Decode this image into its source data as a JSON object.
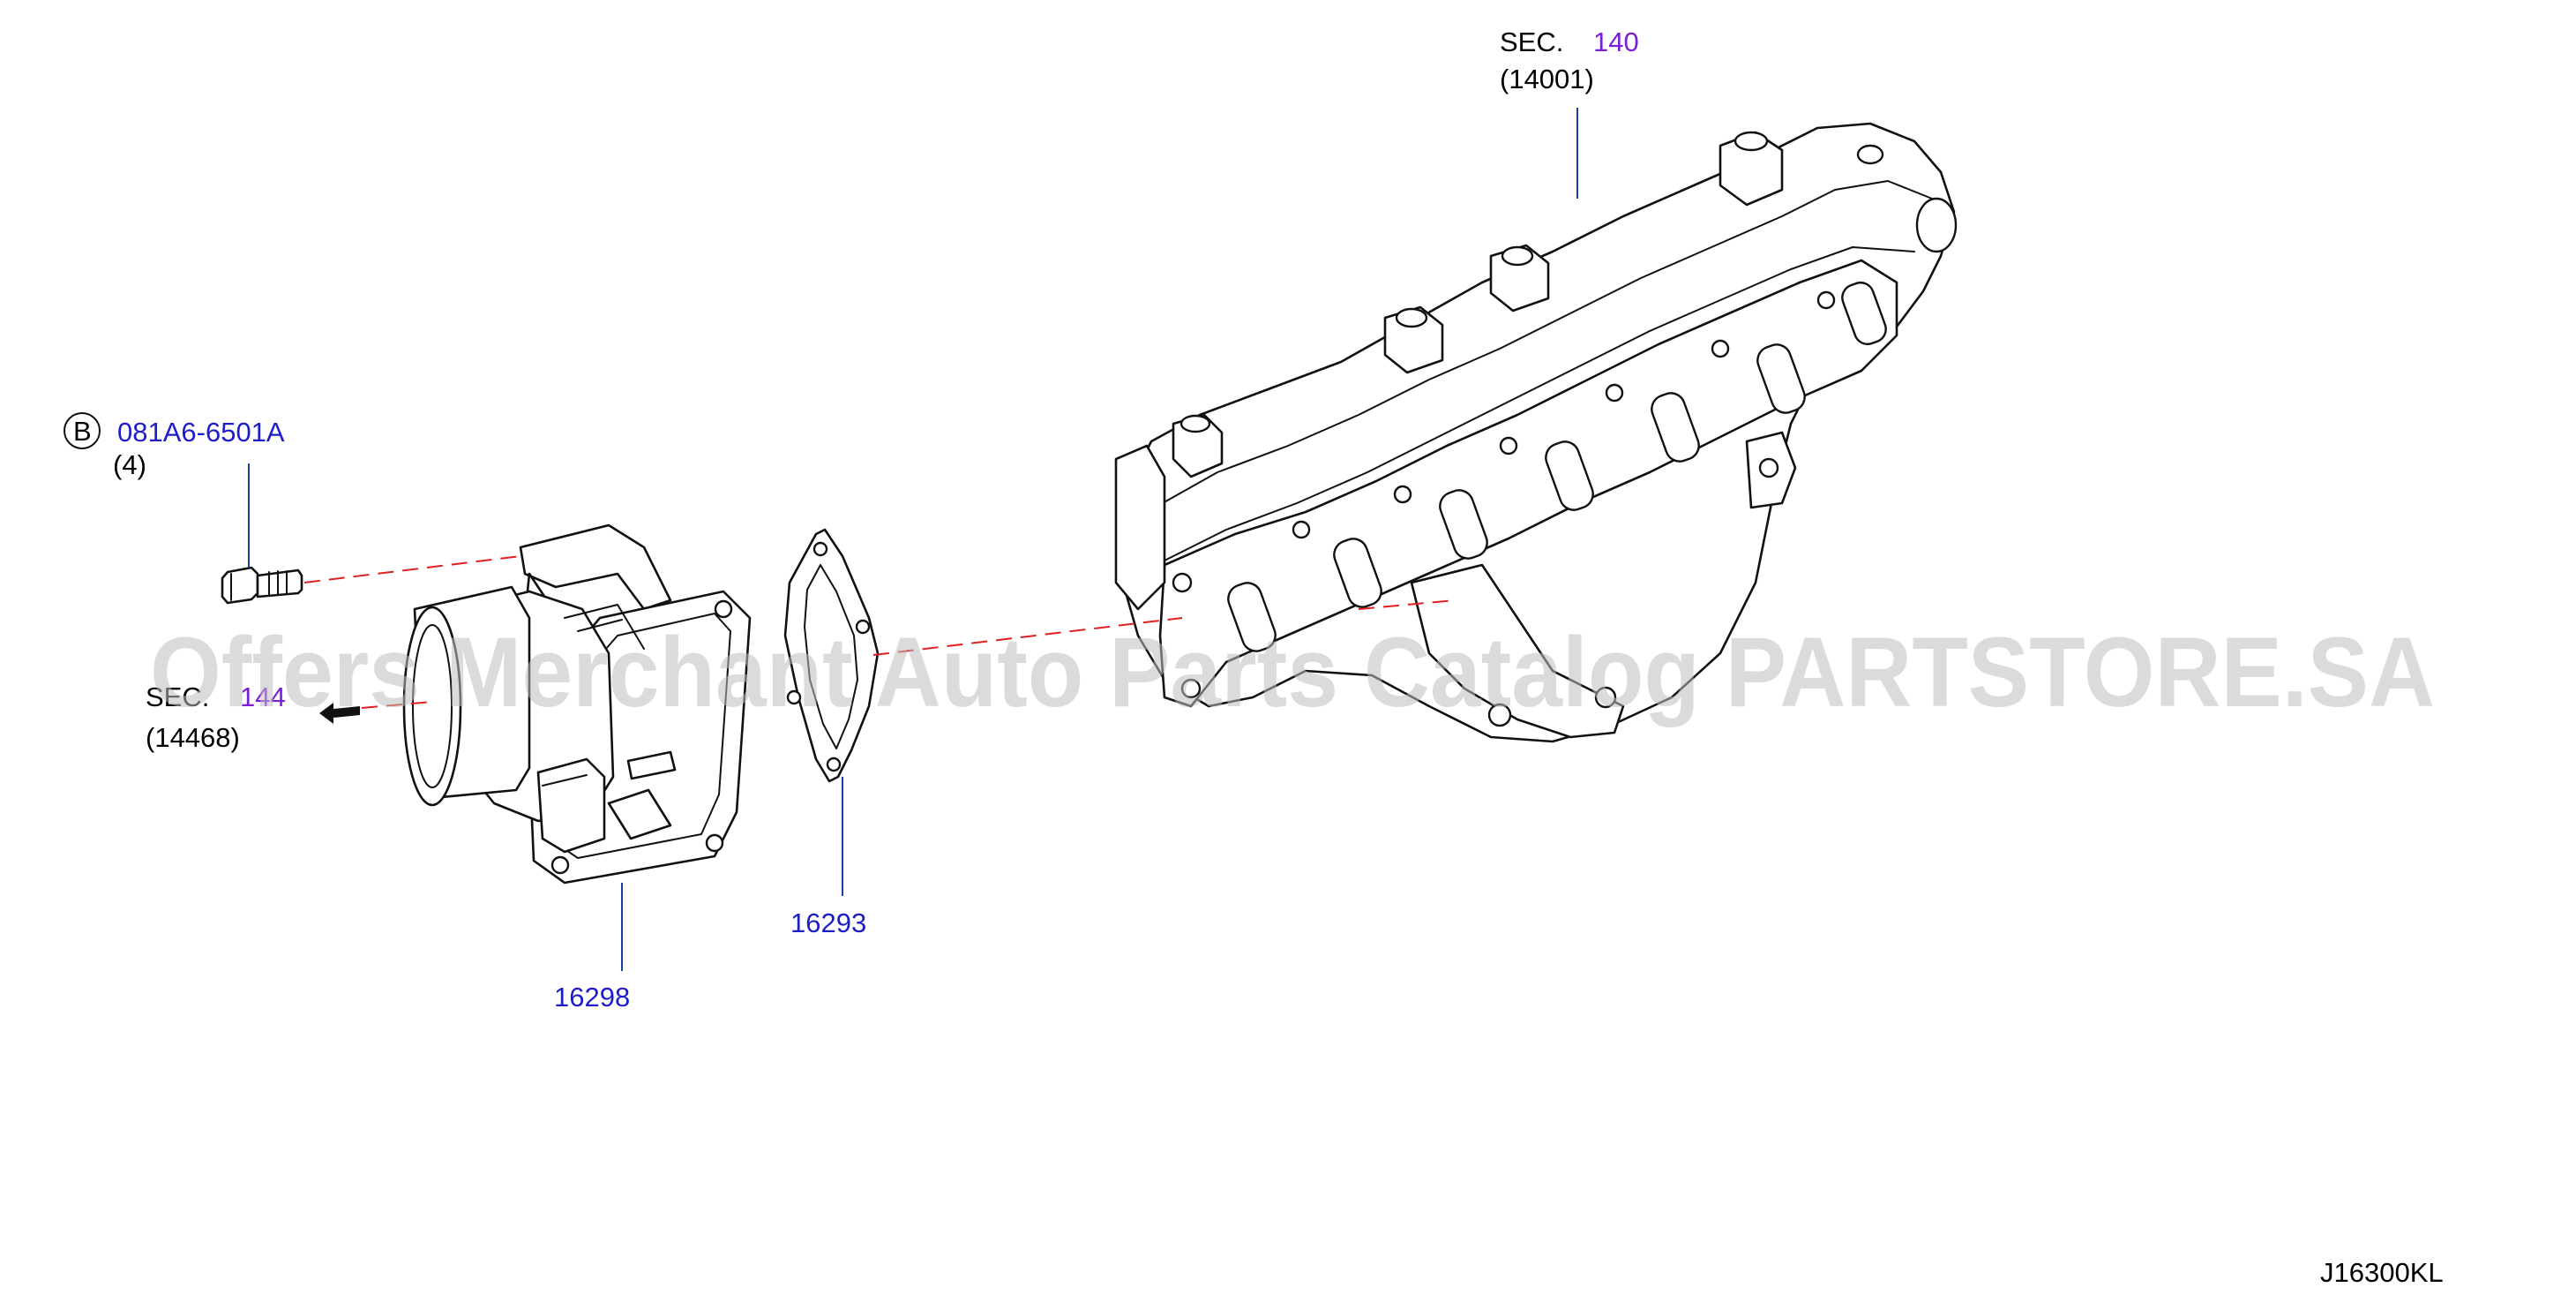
{
  "labels": {
    "manifold_sec_prefix": "SEC.",
    "manifold_sec_number": "140",
    "manifold_part_ref": "(14001)",
    "bolt_badge": "B",
    "bolt_part_number": "081A6-6501A",
    "bolt_qty": "(4)",
    "left_sec_prefix": "SEC.",
    "left_sec_number": "144",
    "left_part_ref": "(14468)",
    "throttle_part_number": "16298",
    "gasket_part_number": "16293",
    "diagram_code": "J16300KL"
  },
  "watermark": "Offers Merchant Auto Parts Catalog PARTSTORE.SA",
  "colors": {
    "part_number_link": "#1e1ec8",
    "section_number": "#7a1fd6",
    "assembly_line": "#e02020",
    "leader_line": "#1a3fa0",
    "watermark": "#bdbdbd"
  }
}
